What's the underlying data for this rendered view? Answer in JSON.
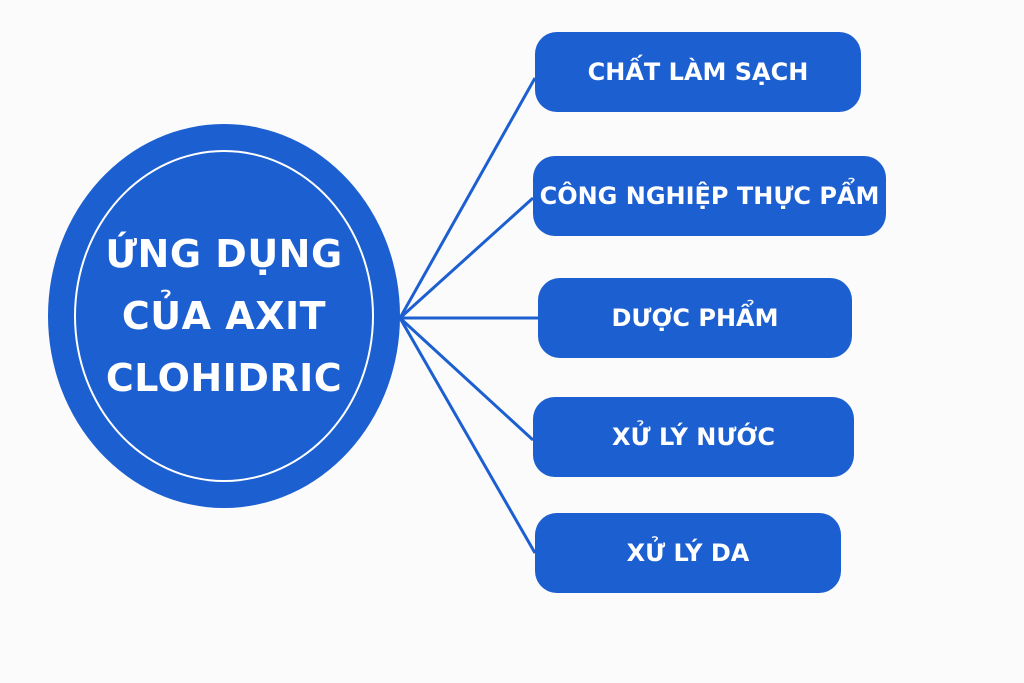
{
  "colors": {
    "primary_blue": "#1c5fd1",
    "background": "#fbfbfb",
    "text": "#ffffff"
  },
  "center": {
    "title_lines": [
      "ỨNG DỤNG",
      "CỦA AXIT",
      "CLOHIDRIC"
    ]
  },
  "branches": [
    {
      "label": "CHẤT LÀM SẠCH"
    },
    {
      "label": "CÔNG NGHIỆP THỰC PẨM"
    },
    {
      "label": "DƯỢC PHẨM"
    },
    {
      "label": "XỬ LÝ NƯỚC"
    },
    {
      "label": "XỬ LÝ DA"
    }
  ]
}
